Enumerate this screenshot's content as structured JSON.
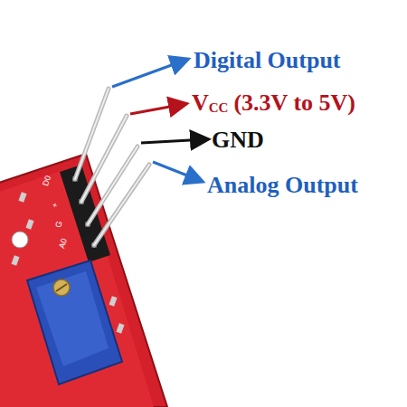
{
  "diagram": {
    "labels": [
      "Digital Output",
      "V",
      "CC",
      "(3.3V to 5V)",
      "GND",
      "Analog Output",
      "D0",
      "+",
      "G",
      "A0"
    ]
  }
}
